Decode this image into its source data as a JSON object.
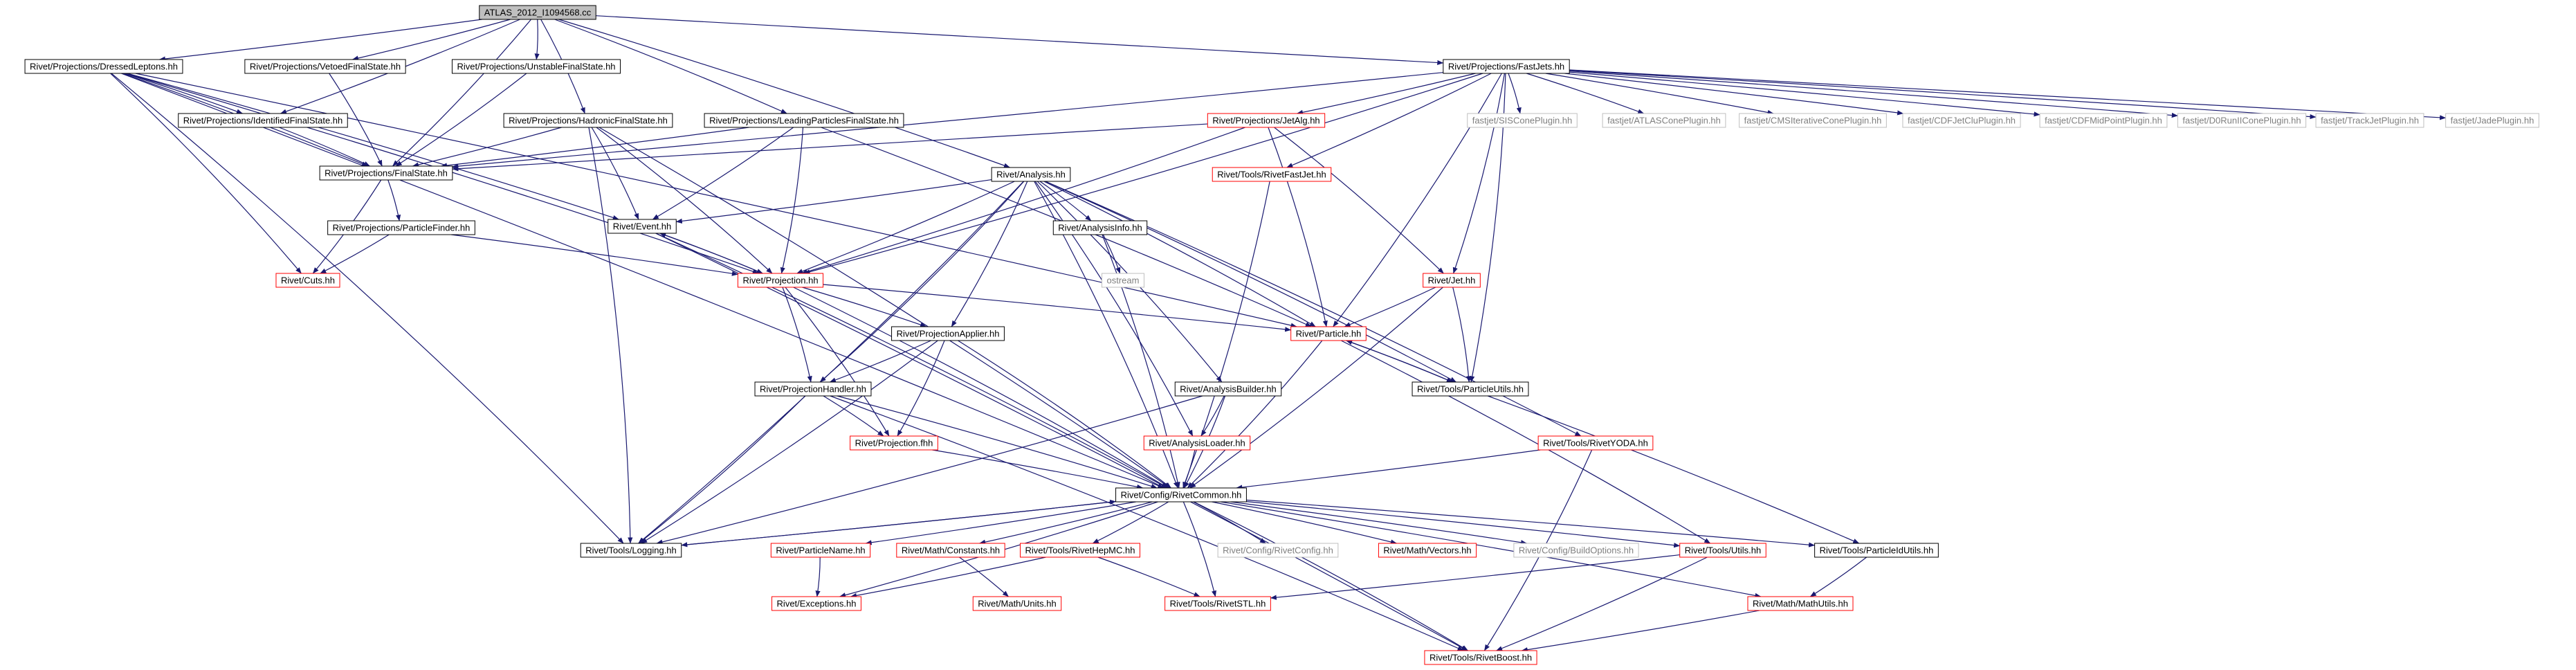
{
  "diagram": {
    "root": "ATLAS_2012_I1094568.cc",
    "nodes": [
      {
        "id": "root",
        "label": "ATLAS_2012_I1094568.cc",
        "style": "root"
      },
      {
        "id": "dressed",
        "label": "Rivet/Projections/DressedLeptons.hh",
        "style": "normal"
      },
      {
        "id": "vetoed",
        "label": "Rivet/Projections/VetoedFinalState.hh",
        "style": "normal"
      },
      {
        "id": "unstable",
        "label": "Rivet/Projections/UnstableFinalState.hh",
        "style": "normal"
      },
      {
        "id": "fastjets",
        "label": "Rivet/Projections/FastJets.hh",
        "style": "normal"
      },
      {
        "id": "identified",
        "label": "Rivet/Projections/IdentifiedFinalState.hh",
        "style": "normal"
      },
      {
        "id": "hadronic",
        "label": "Rivet/Projections/HadronicFinalState.hh",
        "style": "normal"
      },
      {
        "id": "leading",
        "label": "Rivet/Projections/LeadingParticlesFinalState.hh",
        "style": "normal"
      },
      {
        "id": "jetalg",
        "label": "Rivet/Projections/JetAlg.hh",
        "style": "red"
      },
      {
        "id": "siscone",
        "label": "fastjet/SISConePlugin.hh",
        "style": "grey"
      },
      {
        "id": "atlascone",
        "label": "fastjet/ATLASConePlugin.hh",
        "style": "grey"
      },
      {
        "id": "cmscone",
        "label": "fastjet/CMSIterativeConePlugin.hh",
        "style": "grey"
      },
      {
        "id": "cdfjetclu",
        "label": "fastjet/CDFJetCluPlugin.hh",
        "style": "grey"
      },
      {
        "id": "cdfmid",
        "label": "fastjet/CDFMidPointPlugin.hh",
        "style": "grey"
      },
      {
        "id": "d0run",
        "label": "fastjet/D0RunIIConePlugin.hh",
        "style": "grey"
      },
      {
        "id": "trackjet",
        "label": "fastjet/TrackJetPlugin.hh",
        "style": "grey"
      },
      {
        "id": "jade",
        "label": "fastjet/JadePlugin.hh",
        "style": "grey"
      },
      {
        "id": "finalstate",
        "label": "Rivet/Projections/FinalState.hh",
        "style": "normal"
      },
      {
        "id": "analysis",
        "label": "Rivet/Analysis.hh",
        "style": "normal"
      },
      {
        "id": "rivetfastjet",
        "label": "Rivet/Tools/RivetFastJet.hh",
        "style": "red"
      },
      {
        "id": "particlefinder",
        "label": "Rivet/Projections/ParticleFinder.hh",
        "style": "normal"
      },
      {
        "id": "event",
        "label": "Rivet/Event.hh",
        "style": "normal"
      },
      {
        "id": "analysisinfo",
        "label": "Rivet/AnalysisInfo.hh",
        "style": "normal"
      },
      {
        "id": "ostream",
        "label": "ostream",
        "style": "grey"
      },
      {
        "id": "jet",
        "label": "Rivet/Jet.hh",
        "style": "red"
      },
      {
        "id": "cuts",
        "label": "Rivet/Cuts.hh",
        "style": "red"
      },
      {
        "id": "projection",
        "label": "Rivet/Projection.hh",
        "style": "red"
      },
      {
        "id": "particle",
        "label": "Rivet/Particle.hh",
        "style": "red"
      },
      {
        "id": "projapplier",
        "label": "Rivet/ProjectionApplier.hh",
        "style": "normal"
      },
      {
        "id": "particleutils",
        "label": "Rivet/Tools/ParticleUtils.hh",
        "style": "normal"
      },
      {
        "id": "projhandler",
        "label": "Rivet/ProjectionHandler.hh",
        "style": "normal"
      },
      {
        "id": "analysisbuilder",
        "label": "Rivet/AnalysisBuilder.hh",
        "style": "normal"
      },
      {
        "id": "projfhh",
        "label": "Rivet/Projection.fhh",
        "style": "red"
      },
      {
        "id": "analysisloader",
        "label": "Rivet/AnalysisLoader.hh",
        "style": "red"
      },
      {
        "id": "rivetyoda",
        "label": "Rivet/Tools/RivetYODA.hh",
        "style": "red"
      },
      {
        "id": "rivetcommon",
        "label": "Rivet/Config/RivetCommon.hh",
        "style": "normal"
      },
      {
        "id": "logging",
        "label": "Rivet/Tools/Logging.hh",
        "style": "normal"
      },
      {
        "id": "particlename",
        "label": "Rivet/ParticleName.hh",
        "style": "red"
      },
      {
        "id": "constants",
        "label": "Rivet/Math/Constants.hh",
        "style": "red"
      },
      {
        "id": "rivethepmc",
        "label": "Rivet/Tools/RivetHepMC.hh",
        "style": "red"
      },
      {
        "id": "rivetconfig",
        "label": "Rivet/Config/RivetConfig.hh",
        "style": "grey"
      },
      {
        "id": "mathvectors",
        "label": "Rivet/Math/Vectors.hh",
        "style": "red"
      },
      {
        "id": "buildoptions",
        "label": "Rivet/Config/BuildOptions.hh",
        "style": "grey"
      },
      {
        "id": "toolsutils",
        "label": "Rivet/Tools/Utils.hh",
        "style": "red"
      },
      {
        "id": "particleidutils",
        "label": "Rivet/Tools/ParticleIdUtils.hh",
        "style": "normal"
      },
      {
        "id": "exceptions",
        "label": "Rivet/Exceptions.hh",
        "style": "red"
      },
      {
        "id": "mathunits",
        "label": "Rivet/Math/Units.hh",
        "style": "red"
      },
      {
        "id": "rivetstl",
        "label": "Rivet/Tools/RivetSTL.hh",
        "style": "red"
      },
      {
        "id": "mathutils",
        "label": "Rivet/Math/MathUtils.hh",
        "style": "red"
      },
      {
        "id": "rivetboost",
        "label": "Rivet/Tools/RivetBoost.hh",
        "style": "red"
      }
    ],
    "edges": [
      [
        "root",
        "dressed"
      ],
      [
        "root",
        "vetoed"
      ],
      [
        "root",
        "unstable"
      ],
      [
        "root",
        "fastjets"
      ],
      [
        "root",
        "identified"
      ],
      [
        "root",
        "hadronic"
      ],
      [
        "root",
        "leading"
      ],
      [
        "root",
        "analysis"
      ],
      [
        "root",
        "finalstate"
      ],
      [
        "dressed",
        "identified"
      ],
      [
        "dressed",
        "finalstate"
      ],
      [
        "dressed",
        "event"
      ],
      [
        "dressed",
        "cuts"
      ],
      [
        "dressed",
        "particle"
      ],
      [
        "dressed",
        "logging"
      ],
      [
        "dressed",
        "rivetcommon"
      ],
      [
        "dressed",
        "projection"
      ],
      [
        "vetoed",
        "finalstate"
      ],
      [
        "unstable",
        "finalstate"
      ],
      [
        "identified",
        "finalstate"
      ],
      [
        "hadronic",
        "finalstate"
      ],
      [
        "hadronic",
        "event"
      ],
      [
        "hadronic",
        "projection"
      ],
      [
        "hadronic",
        "logging"
      ],
      [
        "hadronic",
        "rivetcommon"
      ],
      [
        "leading",
        "finalstate"
      ],
      [
        "leading",
        "event"
      ],
      [
        "leading",
        "projection"
      ],
      [
        "leading",
        "particle"
      ],
      [
        "fastjets",
        "finalstate"
      ],
      [
        "fastjets",
        "jetalg"
      ],
      [
        "fastjets",
        "rivetfastjet"
      ],
      [
        "fastjets",
        "jet"
      ],
      [
        "fastjets",
        "particle"
      ],
      [
        "fastjets",
        "projection"
      ],
      [
        "fastjets",
        "particleutils"
      ],
      [
        "fastjets",
        "siscone"
      ],
      [
        "fastjets",
        "atlascone"
      ],
      [
        "fastjets",
        "cmscone"
      ],
      [
        "fastjets",
        "cdfjetclu"
      ],
      [
        "fastjets",
        "cdfmid"
      ],
      [
        "fastjets",
        "d0run"
      ],
      [
        "fastjets",
        "trackjet"
      ],
      [
        "fastjets",
        "jade"
      ],
      [
        "jetalg",
        "finalstate"
      ],
      [
        "jetalg",
        "jet"
      ],
      [
        "jetalg",
        "particle"
      ],
      [
        "jetalg",
        "projection"
      ],
      [
        "rivetfastjet",
        "rivetcommon"
      ],
      [
        "finalstate",
        "cuts"
      ],
      [
        "finalstate",
        "particlefinder"
      ],
      [
        "particlefinder",
        "cuts"
      ],
      [
        "particlefinder",
        "projection"
      ],
      [
        "analysis",
        "event"
      ],
      [
        "analysis",
        "projection"
      ],
      [
        "analysis",
        "analysisinfo"
      ],
      [
        "analysis",
        "projapplier"
      ],
      [
        "analysis",
        "projhandler"
      ],
      [
        "analysis",
        "analysisbuilder"
      ],
      [
        "analysis",
        "analysisloader"
      ],
      [
        "analysis",
        "rivetyoda"
      ],
      [
        "analysis",
        "rivetcommon"
      ],
      [
        "analysis",
        "logging"
      ],
      [
        "analysis",
        "particleutils"
      ],
      [
        "analysis",
        "particle"
      ],
      [
        "analysisinfo",
        "ostream"
      ],
      [
        "analysisinfo",
        "rivetcommon"
      ],
      [
        "event",
        "projection"
      ],
      [
        "event",
        "rivetcommon"
      ],
      [
        "event",
        "rivetboost"
      ],
      [
        "projection",
        "event"
      ],
      [
        "projection",
        "projapplier"
      ],
      [
        "projection",
        "projhandler"
      ],
      [
        "projection",
        "projfhh"
      ],
      [
        "projection",
        "particle"
      ],
      [
        "projection",
        "rivetcommon"
      ],
      [
        "jet",
        "particle"
      ],
      [
        "jet",
        "particleutils"
      ],
      [
        "jet",
        "rivetcommon"
      ],
      [
        "particle",
        "particleutils"
      ],
      [
        "particle",
        "rivetcommon"
      ],
      [
        "particle",
        "toolsutils"
      ],
      [
        "particleutils",
        "particle"
      ],
      [
        "particleutils",
        "particleidutils"
      ],
      [
        "projapplier",
        "projhandler"
      ],
      [
        "projapplier",
        "projfhh"
      ],
      [
        "projapplier",
        "rivetcommon"
      ],
      [
        "projapplier",
        "logging"
      ],
      [
        "projhandler",
        "projfhh"
      ],
      [
        "projhandler",
        "rivetcommon"
      ],
      [
        "projhandler",
        "logging"
      ],
      [
        "projhandler",
        "rivetboost"
      ],
      [
        "analysisbuilder",
        "analysisloader"
      ],
      [
        "analysisbuilder",
        "rivetcommon"
      ],
      [
        "analysisbuilder",
        "logging"
      ],
      [
        "analysisloader",
        "rivetcommon"
      ],
      [
        "projfhh",
        "rivetcommon"
      ],
      [
        "rivetyoda",
        "rivetcommon"
      ],
      [
        "rivetyoda",
        "rivetboost"
      ],
      [
        "rivetcommon",
        "logging"
      ],
      [
        "rivetcommon",
        "particlename"
      ],
      [
        "rivetcommon",
        "constants"
      ],
      [
        "rivetcommon",
        "rivethepmc"
      ],
      [
        "rivetcommon",
        "rivetconfig"
      ],
      [
        "rivetcommon",
        "mathvectors"
      ],
      [
        "rivetcommon",
        "buildoptions"
      ],
      [
        "rivetcommon",
        "toolsutils"
      ],
      [
        "rivetcommon",
        "particleidutils"
      ],
      [
        "rivetcommon",
        "exceptions"
      ],
      [
        "rivetcommon",
        "rivetstl"
      ],
      [
        "rivetcommon",
        "mathutils"
      ],
      [
        "rivetcommon",
        "rivetboost"
      ],
      [
        "logging",
        "rivetcommon"
      ],
      [
        "particlename",
        "exceptions"
      ],
      [
        "constants",
        "mathunits"
      ],
      [
        "rivethepmc",
        "exceptions"
      ],
      [
        "rivethepmc",
        "rivetstl"
      ],
      [
        "toolsutils",
        "rivetstl"
      ],
      [
        "toolsutils",
        "rivetboost"
      ],
      [
        "particleidutils",
        "mathutils"
      ],
      [
        "mathutils",
        "rivetboost"
      ]
    ]
  },
  "colors": {
    "edge": "#191970",
    "node_border": "#000000",
    "node_fill": "#ffffff",
    "root_fill": "#bfbfbf",
    "red_border": "#ff0000",
    "grey_border": "#bfbfbf",
    "grey_text": "#808080",
    "text": "#000000"
  }
}
